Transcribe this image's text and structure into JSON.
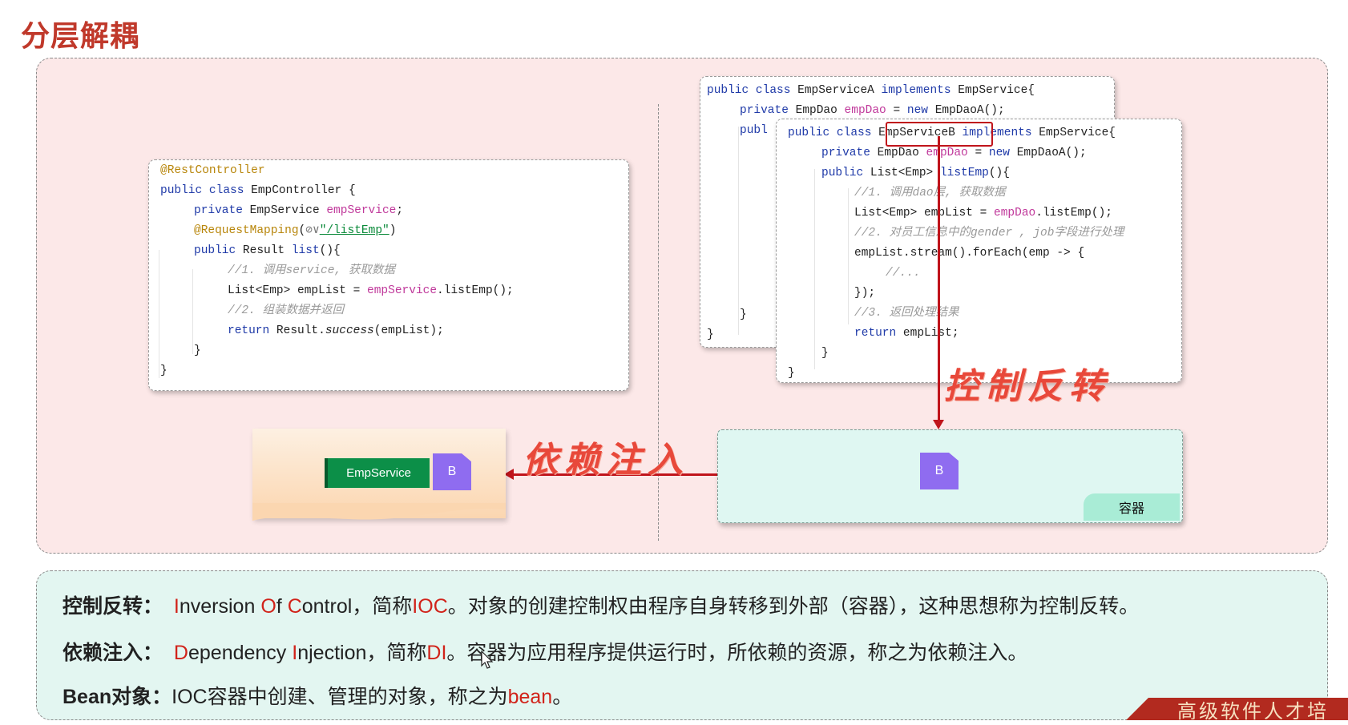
{
  "title": "分层解耦",
  "controller_code": {
    "lines": [
      "@RestController",
      "public class EmpController {",
      "private EmpService empService;",
      "@RequestMapping(",
      "\"/listEmp\"",
      ")",
      "public Result list(){",
      "//1. 调用service, 获取数据",
      "List<Emp> empList = empService.listEmp();",
      "//2. 组装数据并返回",
      "return Result.success(empList);",
      "}",
      "}"
    ]
  },
  "service_a_code": {
    "line1": "public class EmpServiceA implements EmpService{",
    "line2": "private EmpDao empDao = new EmpDaoA();",
    "line3": "publ",
    "line_end1": "}",
    "line_end2": "}"
  },
  "service_b_code": {
    "class_prefix": "public class ",
    "class_name": "EmpServiceB",
    "class_suffix": " implements EmpService{",
    "field": "private EmpDao empDao = new EmpDaoA();",
    "method": "public List<Emp> listEmp(){",
    "c1": "//1. 调用dao层, 获取数据",
    "l1": "List<Emp> empList = empDao.listEmp();",
    "c2": "//2. 对员工信息中的gender , job字段进行处理",
    "l2": "empList.stream().forEach(emp -> {",
    "l3": "//...",
    "l4": "});",
    "c3": "//3. 返回处理结果",
    "l5": "return empList;",
    "l6": "}",
    "l7": "}"
  },
  "labels": {
    "ioc_handwritten": "控制反转",
    "di_handwritten": "依赖注入",
    "emp_service": "EmpService",
    "bean_left": "B",
    "bean_right": "B",
    "container": "容器"
  },
  "definitions": {
    "ioc_term": "控制反转：",
    "ioc_i": "I",
    "ioc_nversion": "nversion ",
    "ioc_o": "O",
    "ioc_f": "f ",
    "ioc_c": "C",
    "ioc_ontrol": "ontrol，简称",
    "ioc_abbr": "IOC",
    "ioc_rest": "。对象的创建控制权由程序自身转移到外部（容器），这种思想称为控制反转。",
    "di_term": "依赖注入：",
    "di_d": "D",
    "di_ependency": "ependency ",
    "di_i": "I",
    "di_njection": "njection，简称",
    "di_abbr": "DI",
    "di_rest": "。容器为应用程序提供运行时，所依赖的资源，称之为依赖注入。",
    "bean_term": "Bean对象：",
    "bean_text": "IOC容器中创建、管理的对象，称之为",
    "bean_word": "bean",
    "bean_end": "。"
  },
  "watermark": "高级软件人才培",
  "colors": {
    "accent_red": "#d1231a",
    "bean_purple": "#8f6cf0",
    "service_green": "#0c8f48"
  }
}
